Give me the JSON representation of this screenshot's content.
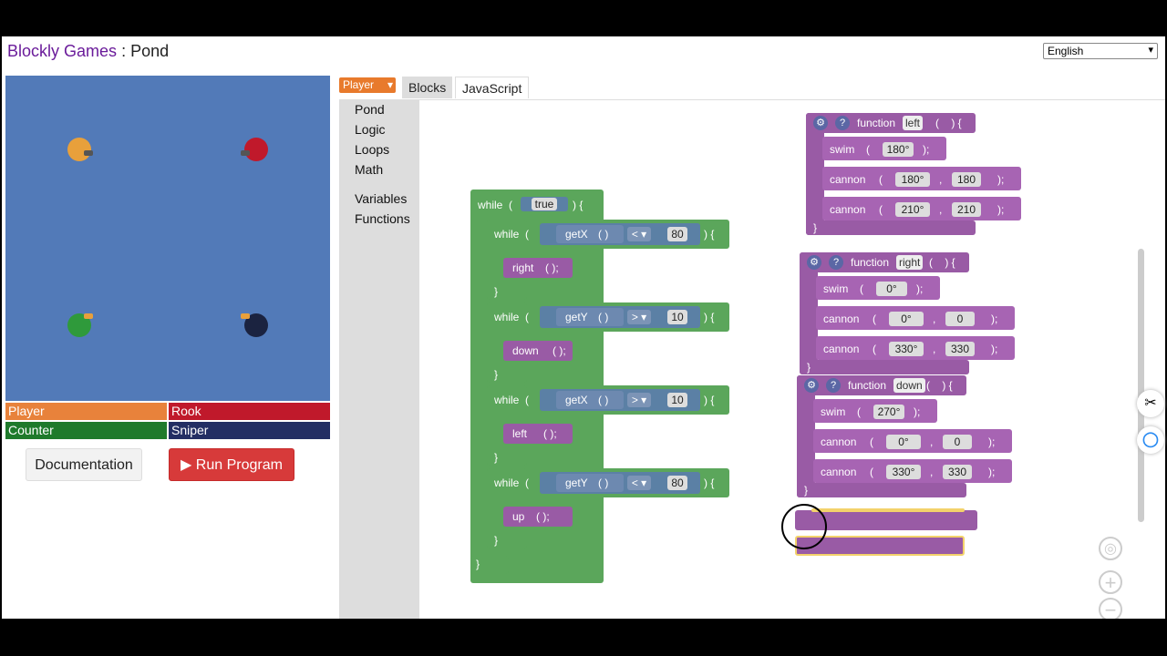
{
  "header": {
    "brand": "Blockly Games",
    "separator": ":",
    "game": "Pond",
    "language": "English"
  },
  "players": [
    {
      "name": "Player",
      "color": "#e8823b"
    },
    {
      "name": "Rook",
      "color": "#c0192b"
    },
    {
      "name": "Counter",
      "color": "#1f7a2b"
    },
    {
      "name": "Sniper",
      "color": "#232e63"
    }
  ],
  "buttons": {
    "documentation": "Documentation",
    "run": "Run Program"
  },
  "editor": {
    "player_select": "Player",
    "tabs": [
      "Blocks",
      "JavaScript"
    ],
    "toolbox": [
      "Pond",
      "Logic",
      "Loops",
      "Math",
      "Variables",
      "Functions"
    ]
  },
  "program": {
    "while_kw": "while",
    "paren_open": "(",
    "paren_close": ")",
    "brace_open": ") {",
    "brace_close": "}",
    "semicolon": ");",
    "true_kw": "true",
    "loops": [
      {
        "fn": "getX",
        "op": "<",
        "value": "80",
        "call": "right"
      },
      {
        "fn": "getY",
        "op": ">",
        "value": "10",
        "call": "down"
      },
      {
        "fn": "getX",
        "op": ">",
        "value": "10",
        "call": "left"
      },
      {
        "fn": "getY",
        "op": "<",
        "value": "80",
        "call": "up"
      }
    ],
    "functions": [
      {
        "keyword": "function",
        "name": "left",
        "swim": "180°",
        "cannon1": [
          "180°",
          "180"
        ],
        "cannon2": [
          "210°",
          "210"
        ]
      },
      {
        "keyword": "function",
        "name": "right",
        "swim": "0°",
        "cannon1": [
          "0°",
          "0"
        ],
        "cannon2": [
          "330°",
          "330"
        ]
      },
      {
        "keyword": "function",
        "name": "down",
        "swim": "270°",
        "cannon1": [
          "0°",
          "0"
        ],
        "cannon2": [
          "330°",
          "330"
        ]
      }
    ],
    "swim_kw": "swim",
    "cannon_kw": "cannon"
  },
  "icons": {
    "gear": "gear-icon",
    "help": "help-icon",
    "scissors": "scissors-icon",
    "zoom_center": "center-icon",
    "zoom_in": "zoom-in-icon",
    "zoom_out": "zoom-out-icon"
  }
}
